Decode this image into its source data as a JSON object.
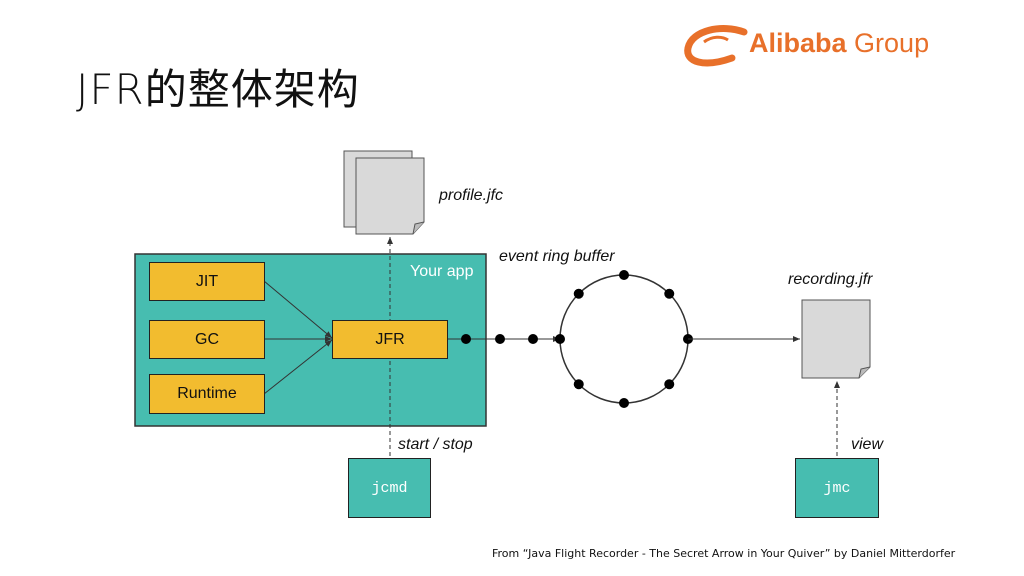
{
  "slide": {
    "title": "JFR的整体架构",
    "logo": {
      "brand": "Alibaba",
      "suffix": "Group",
      "color": "#e8702a"
    },
    "credit": "From “Java Flight Recorder - The Secret Arrow in Your Quiver” by Daniel Mitterdorfer"
  },
  "diagram": {
    "colors": {
      "app_bg": "#47bdb0",
      "component": "#f2bc2f",
      "file": "#d9d9d9",
      "tool": "#47bdb0"
    },
    "app_container_label": "Your app",
    "components": [
      {
        "id": "jit",
        "label": "JIT"
      },
      {
        "id": "gc",
        "label": "GC"
      },
      {
        "id": "runtime",
        "label": "Runtime"
      }
    ],
    "core": {
      "id": "jfr",
      "label": "JFR"
    },
    "config_file": {
      "label": "profile.jfc"
    },
    "ring_buffer": {
      "label": "event ring buffer",
      "slots": 8
    },
    "output_file": {
      "label": "recording.jfr"
    },
    "tools": [
      {
        "id": "jcmd",
        "label": "jcmd",
        "edge_label": "start / stop"
      },
      {
        "id": "jmc",
        "label": "jmc",
        "edge_label": "view"
      }
    ]
  }
}
